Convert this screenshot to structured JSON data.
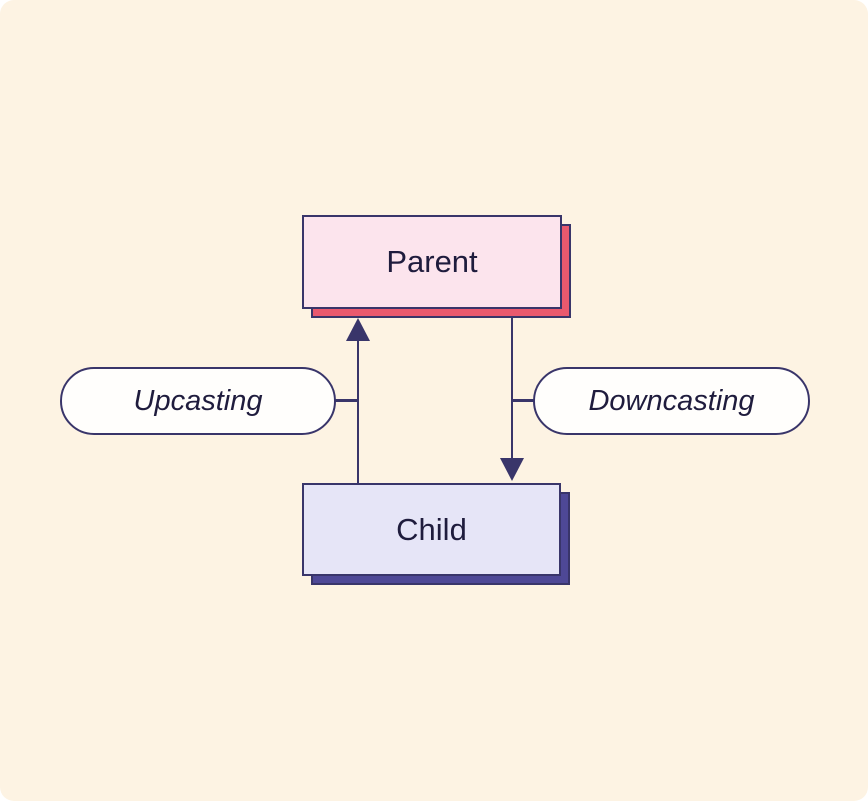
{
  "colors": {
    "bg": "#fdf3e3",
    "ink": "#39356a",
    "text": "#1f1c3d",
    "parent_fill": "#fce4ed",
    "parent_shadow": "#e9596e",
    "child_fill": "#e6e5f7",
    "child_shadow": "#4e4896",
    "pill_fill": "#fffefc"
  },
  "nodes": {
    "parent": {
      "label": "Parent"
    },
    "child": {
      "label": "Child"
    }
  },
  "edges": {
    "upcasting": {
      "label": "Upcasting",
      "direction": "child-to-parent"
    },
    "downcasting": {
      "label": "Downcasting",
      "direction": "parent-to-child"
    }
  }
}
